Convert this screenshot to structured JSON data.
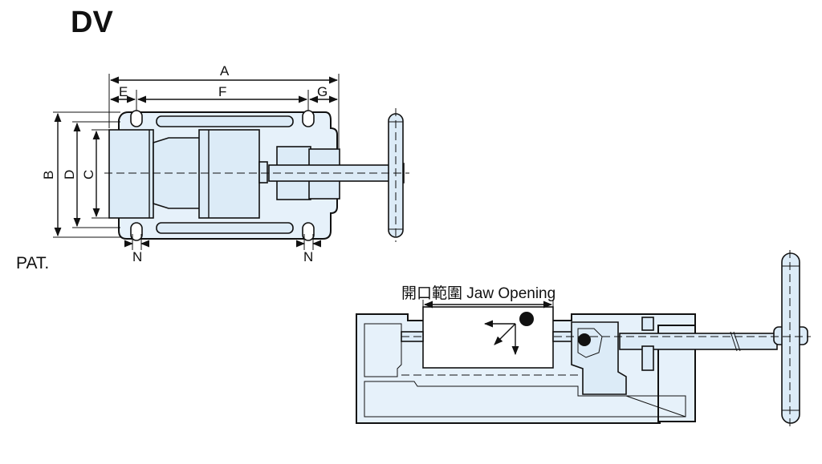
{
  "title": "DV",
  "patent_label": "PAT.",
  "top_view": {
    "dimension_labels": {
      "a": "A",
      "f": "F",
      "e": "E",
      "g": "G",
      "b": "B",
      "d": "D",
      "c": "C",
      "n_left": "N",
      "n_right": "N"
    }
  },
  "section_view": {
    "jaw_opening_label": "開口範圍 Jaw Opening"
  },
  "colors": {
    "body_fill": "#e6f1fa",
    "line": "#111111",
    "background": "#ffffff"
  }
}
